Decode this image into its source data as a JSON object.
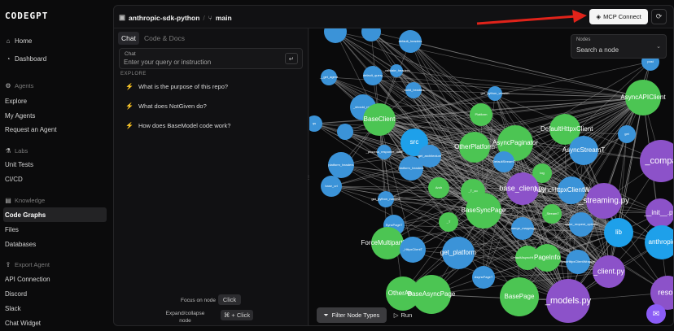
{
  "brand": "CODEGPT",
  "sidebar": {
    "top_items": [
      {
        "label": "Home",
        "icon": "home-icon"
      },
      {
        "label": "Dashboard",
        "icon": "dashboard-icon"
      }
    ],
    "sections": [
      {
        "title": "Agents",
        "icon": "agents-icon",
        "items": [
          "Explore",
          "My Agents",
          "Request an Agent"
        ]
      },
      {
        "title": "Labs",
        "icon": "labs-icon",
        "items": [
          "Unit Tests",
          "CI/CD"
        ]
      },
      {
        "title": "Knowledge",
        "icon": "knowledge-icon",
        "items": [
          "Code Graphs",
          "Files",
          "Databases"
        ]
      },
      {
        "title": "Export Agent",
        "icon": "export-icon",
        "items": [
          "API Connection",
          "Discord",
          "Slack",
          "Chat Widget"
        ]
      }
    ],
    "active": "Code Graphs"
  },
  "header": {
    "repo": "anthropic-sdk-python",
    "separator": "/",
    "branch": "main",
    "mcp_button": "MCP Connect",
    "refresh_icon": "refresh-icon"
  },
  "chat": {
    "tabs": [
      "Chat",
      "Code & Docs"
    ],
    "active_tab": "Chat",
    "input_label": "Chat",
    "input_placeholder": "Enter your query or instruction",
    "explore_title": "EXPLORE",
    "suggestions": [
      "What is the purpose of this repo?",
      "What does NotGiven do?",
      "How does BaseModel code work?"
    ],
    "hints": [
      {
        "label": "Focus on node",
        "key": "Click"
      },
      {
        "label": "Expand/collapse\nnode",
        "key": "⌘ + Click"
      }
    ]
  },
  "graph": {
    "nodes_panel_label": "Nodes",
    "nodes_panel_placeholder": "Search a node",
    "filter_button": "Filter Node Types",
    "run_button": "Run",
    "colors": {
      "green": "#4cc553",
      "blue": "#3b93d8",
      "light_blue": "#1ea0ea",
      "purple": "#8c52c9",
      "edge": "#9a9a9a",
      "arrow": "#e0231a"
    },
    "nodes": [
      {
        "label": "",
        "c": "blue"
      },
      {
        "label": "",
        "c": "blue"
      },
      {
        "label": "default_headers",
        "c": "blue"
      },
      {
        "label": "__get_agent",
        "c": "blue"
      },
      {
        "label": "default_query",
        "c": "blue"
      },
      {
        "label": "_validate_headers",
        "c": "blue"
      },
      {
        "label": "_build_headers",
        "c": "blue"
      },
      {
        "label": "_should_retry",
        "c": "blue"
      },
      {
        "label": "BaseClient",
        "c": "green"
      },
      {
        "label": "qs",
        "c": "blue"
      },
      {
        "label": "",
        "c": "blue"
      },
      {
        "label": "src",
        "c": "lightblue"
      },
      {
        "label": "platform_headers",
        "c": "blue"
      },
      {
        "label": "_process_response_data",
        "c": "blue"
      },
      {
        "label": "get_architecture",
        "c": "blue"
      },
      {
        "label": "platform_headers",
        "c": "blue"
      },
      {
        "label": "base_url",
        "c": "blue"
      },
      {
        "label": "get_python_runtime",
        "c": "blue"
      },
      {
        "label": "Platform",
        "c": "green"
      },
      {
        "label": "get_python_version",
        "c": "blue"
      },
      {
        "label": "AsyncPaginator",
        "c": "green"
      },
      {
        "label": "OtherPlatform",
        "c": "green"
      },
      {
        "label": "_DefaultHttpxClient",
        "c": "green"
      },
      {
        "label": "DefaultStreamT",
        "c": "blue"
      },
      {
        "label": "log",
        "c": "green"
      },
      {
        "label": "AsyncStreamT",
        "c": "blue"
      },
      {
        "label": "_T_co",
        "c": "green"
      },
      {
        "label": "Arch",
        "c": "green"
      },
      {
        "label": "base_client.py",
        "c": "purple"
      },
      {
        "label": "AsyncHttpxClientWrapper",
        "c": "blue"
      },
      {
        "label": "_streaming.py",
        "c": "purple"
      },
      {
        "label": "BaseSyncPage",
        "c": "green"
      },
      {
        "label": "_T",
        "c": "green"
      },
      {
        "label": "SyncPageT",
        "c": "blue"
      },
      {
        "label": "_merge_mappings",
        "c": "blue"
      },
      {
        "label": "_StreamT",
        "c": "green"
      },
      {
        "label": "make_request_options",
        "c": "blue"
      },
      {
        "label": "lib",
        "c": "lightblue"
      },
      {
        "label": "ForceMultipartDict",
        "c": "green"
      },
      {
        "label": "_HttpxClientT",
        "c": "blue"
      },
      {
        "label": "get_platform",
        "c": "blue"
      },
      {
        "label": "_DefaultAsyncHttpxClient",
        "c": "green"
      },
      {
        "label": "SyncHttpxClientWrapper",
        "c": "blue"
      },
      {
        "label": "PageInfo",
        "c": "green"
      },
      {
        "label": "OtherArch",
        "c": "green"
      },
      {
        "label": "AsyncPageT",
        "c": "blue"
      },
      {
        "label": "BaseAsyncPage",
        "c": "green"
      },
      {
        "label": "BasePage",
        "c": "green"
      },
      {
        "label": "_models.py",
        "c": "purple"
      },
      {
        "label": "_client.py",
        "c": "purple"
      },
      {
        "label": "post",
        "c": "blue"
      },
      {
        "label": "AsyncAPIClient",
        "c": "green"
      },
      {
        "label": "get",
        "c": "blue"
      },
      {
        "label": "_compa",
        "c": "purple"
      },
      {
        "label": "__init__.py",
        "c": "purple"
      },
      {
        "label": "anthropic",
        "c": "lightblue"
      },
      {
        "label": "resou",
        "c": "purple"
      }
    ]
  }
}
